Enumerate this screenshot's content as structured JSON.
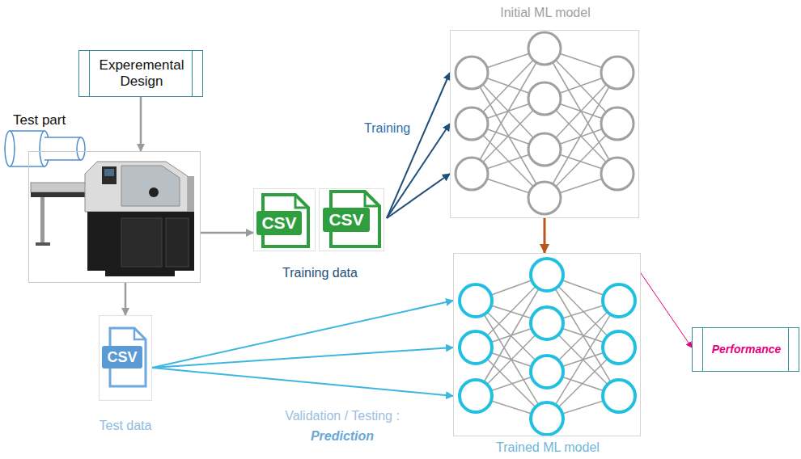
{
  "diagram": {
    "nodes": [
      {
        "text": [
          "Experemental Design"
        ]
      },
      {
        "text": [
          "Test part"
        ]
      },
      {
        "text": [
          "CSV",
          "CSV",
          "Training data"
        ]
      },
      {
        "text": [
          "CSV",
          "Test data"
        ]
      },
      {
        "text": [
          "Initial ML model"
        ]
      },
      {
        "text": [
          "Trained ML model"
        ]
      },
      {
        "text": [
          "Performance"
        ]
      }
    ],
    "edges": [
      {
        "from": 0,
        "to": 1,
        "arrow": "to"
      },
      {
        "from": 1,
        "to": 2,
        "arrow": "to"
      },
      {
        "from": 1,
        "to": 3,
        "arrow": "to"
      },
      {
        "from": 2,
        "to": 4,
        "arrow": "to"
      },
      {
        "from": 2,
        "to": 4,
        "arrow": "to"
      },
      {
        "from": 2,
        "to": 4,
        "arrow": "to"
      },
      {
        "from": 4,
        "to": 5,
        "arrow": "to"
      },
      {
        "from": 3,
        "to": 5,
        "arrow": "to"
      },
      {
        "from": 3,
        "to": 5,
        "arrow": "to"
      },
      {
        "from": 3,
        "to": 5,
        "arrow": "to"
      },
      {
        "from": 5,
        "to": 6,
        "arrow": "to"
      }
    ],
    "labels": [
      "Training",
      "Validation / Testing :",
      "Prediction"
    ]
  }
}
